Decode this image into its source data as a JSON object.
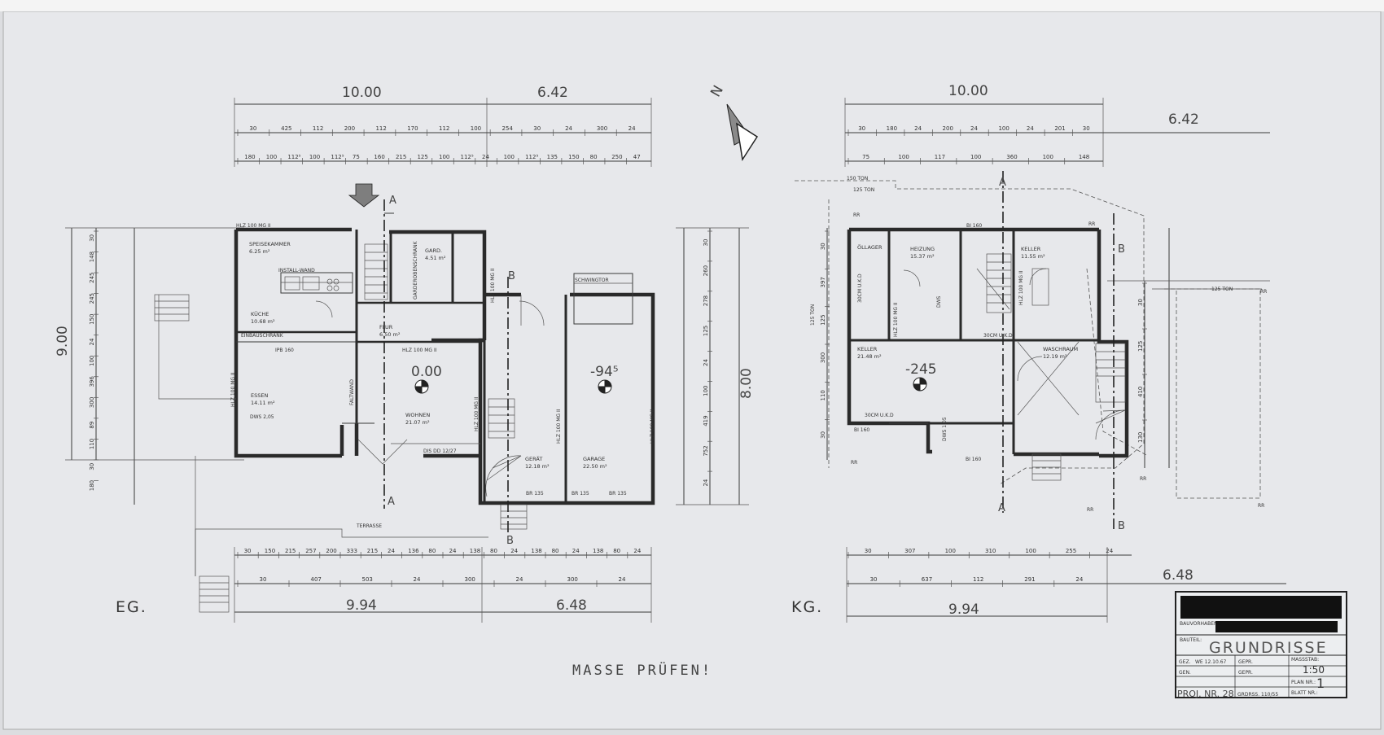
{
  "north_label": "N",
  "eg": {
    "label": "EG.",
    "top_total": [
      "10.00",
      "6.42"
    ],
    "top_dim_row1": [
      "30",
      "425",
      "112",
      "200",
      "112",
      "170",
      "112",
      "100",
      "254",
      "30",
      "24",
      "300",
      "24"
    ],
    "top_dim_row2": [
      "180",
      "100",
      "112⁵",
      "100",
      "112⁵",
      "75",
      "160",
      "215",
      "125",
      "100",
      "112⁵",
      "24",
      "100",
      "112⁵",
      "135",
      "150",
      "80",
      "250",
      "47"
    ],
    "bottom_dim_row1": [
      "30",
      "150",
      "215",
      "257",
      "200",
      "333",
      "215",
      "24",
      "136",
      "80",
      "24",
      "138",
      "80",
      "24",
      "138",
      "80",
      "24",
      "138",
      "80",
      "24"
    ],
    "bottom_dim_row2": [
      "30",
      "407",
      "503",
      "24",
      "300",
      "24",
      "300",
      "24"
    ],
    "bottom_total": [
      "9.94",
      "6.48"
    ],
    "left_total": "9.00",
    "left_dims": [
      "30",
      "148",
      "245",
      "245",
      "150",
      "24",
      "100",
      "396",
      "300",
      "89",
      "110",
      "30",
      "180"
    ],
    "right_total": "8.00",
    "right_dims": [
      "30",
      "260",
      "278",
      "125",
      "24",
      "100",
      "419",
      "752",
      "24"
    ],
    "section_marks": [
      "A",
      "A",
      "B",
      "B"
    ],
    "rooms": [
      {
        "name": "SPEISEKAMMER",
        "area": "6.25 m²"
      },
      {
        "name": "KÜCHE",
        "area": "10.68 m²"
      },
      {
        "name": "FLUR",
        "area": "6.50 m²"
      },
      {
        "name": "ESSEN",
        "area": "14.11 m²"
      },
      {
        "name": "WOHNEN",
        "area": "21.07 m²"
      },
      {
        "name": "GARD.",
        "area": "4.51 m²"
      },
      {
        "name": "GERÄT",
        "area": "12.18 m²"
      },
      {
        "name": "GARAGE",
        "area": "22.50 m²"
      }
    ],
    "labels": [
      "HLZ 100 MG II",
      "INSTALL-WAND",
      "EINBAUSCHRANK",
      "IPB 160",
      "HLZ 100 MG II",
      "FALTWAND",
      "DWS 2,05",
      "GARDEROBENSCHRANK",
      "HLZ 100 MG II",
      "HLZ 100 MG II",
      "SCHWINGTOR",
      "BR 135",
      "BR 135",
      "BR 135",
      "TERRASSE",
      "DIS DD 12/27",
      "HLZ 100 MG II",
      "HLZ 100 MG II",
      "HLZ 100 MG II"
    ],
    "level_mark": "0.00",
    "level_mark_garage": "-94⁵"
  },
  "kg": {
    "label": "KG.",
    "top_total": [
      "10.00",
      "6.42"
    ],
    "top_dim_row1": [
      "30",
      "180",
      "24",
      "200",
      "24",
      "100",
      "24",
      "201",
      "30"
    ],
    "top_dim_row2": [
      "75",
      "100",
      "117",
      "100",
      "360",
      "100",
      "148"
    ],
    "ton_labels": [
      "150 TON",
      "125 TON",
      "125 TON",
      "125 TON"
    ],
    "bottom_dim_row1": [
      "30",
      "307",
      "100",
      "310",
      "100",
      "255",
      "24"
    ],
    "bottom_dim_row2": [
      "30",
      "637",
      "112",
      "291",
      "24"
    ],
    "bottom_total": [
      "9.94",
      "6.48"
    ],
    "left_dims": [
      "30",
      "397",
      "125",
      "300",
      "110",
      "30"
    ],
    "right_dims": [
      "30",
      "125",
      "410",
      "130"
    ],
    "section_marks": [
      "A",
      "A",
      "B",
      "B"
    ],
    "rooms": [
      {
        "name": "ÖLLAGER",
        "area": ""
      },
      {
        "name": "HEIZUNG",
        "area": "15.37 m²"
      },
      {
        "name": "KELLER",
        "area": "11.55 m²"
      },
      {
        "name": "KELLER",
        "area": "21.48 m²"
      },
      {
        "name": "WASCHRAUM",
        "area": "12.19 m²"
      }
    ],
    "labels": [
      "30CM U.K.D",
      "30CM U.K.D",
      "30CM U.K.D",
      "HLZ 100 MG II",
      "HLZ 100 MG II",
      "BI 160",
      "BI 160",
      "BI 160",
      "DWS",
      "DWS 1,05",
      "RR",
      "RR",
      "RR",
      "RR",
      "RR",
      "RR",
      "RR"
    ],
    "level_mark": "-245"
  },
  "note": "MASSE PRÜFEN!",
  "title_block": {
    "bauvorhaben_label": "BAUVORHABEN:",
    "bauteil_label": "BAUTEIL:",
    "title": "GRUNDRISSE",
    "gez_label": "GEZ.",
    "gez_value": "WE  12.10.67",
    "gepr_label": "GEPR.",
    "gepr_value": "",
    "gepr2_label": "GEPR.",
    "gen_label": "GEN.",
    "massstab_label": "MASSSTAB:",
    "massstab_value": "1:50",
    "plan_nr_label": "PLAN NR.:",
    "plan_nr_value": "1",
    "blatt_nr_label": "BLATT NR.:",
    "proj_nr": "PROJ. NR. 28",
    "grdriss": "GRDRSS. 110/55"
  }
}
